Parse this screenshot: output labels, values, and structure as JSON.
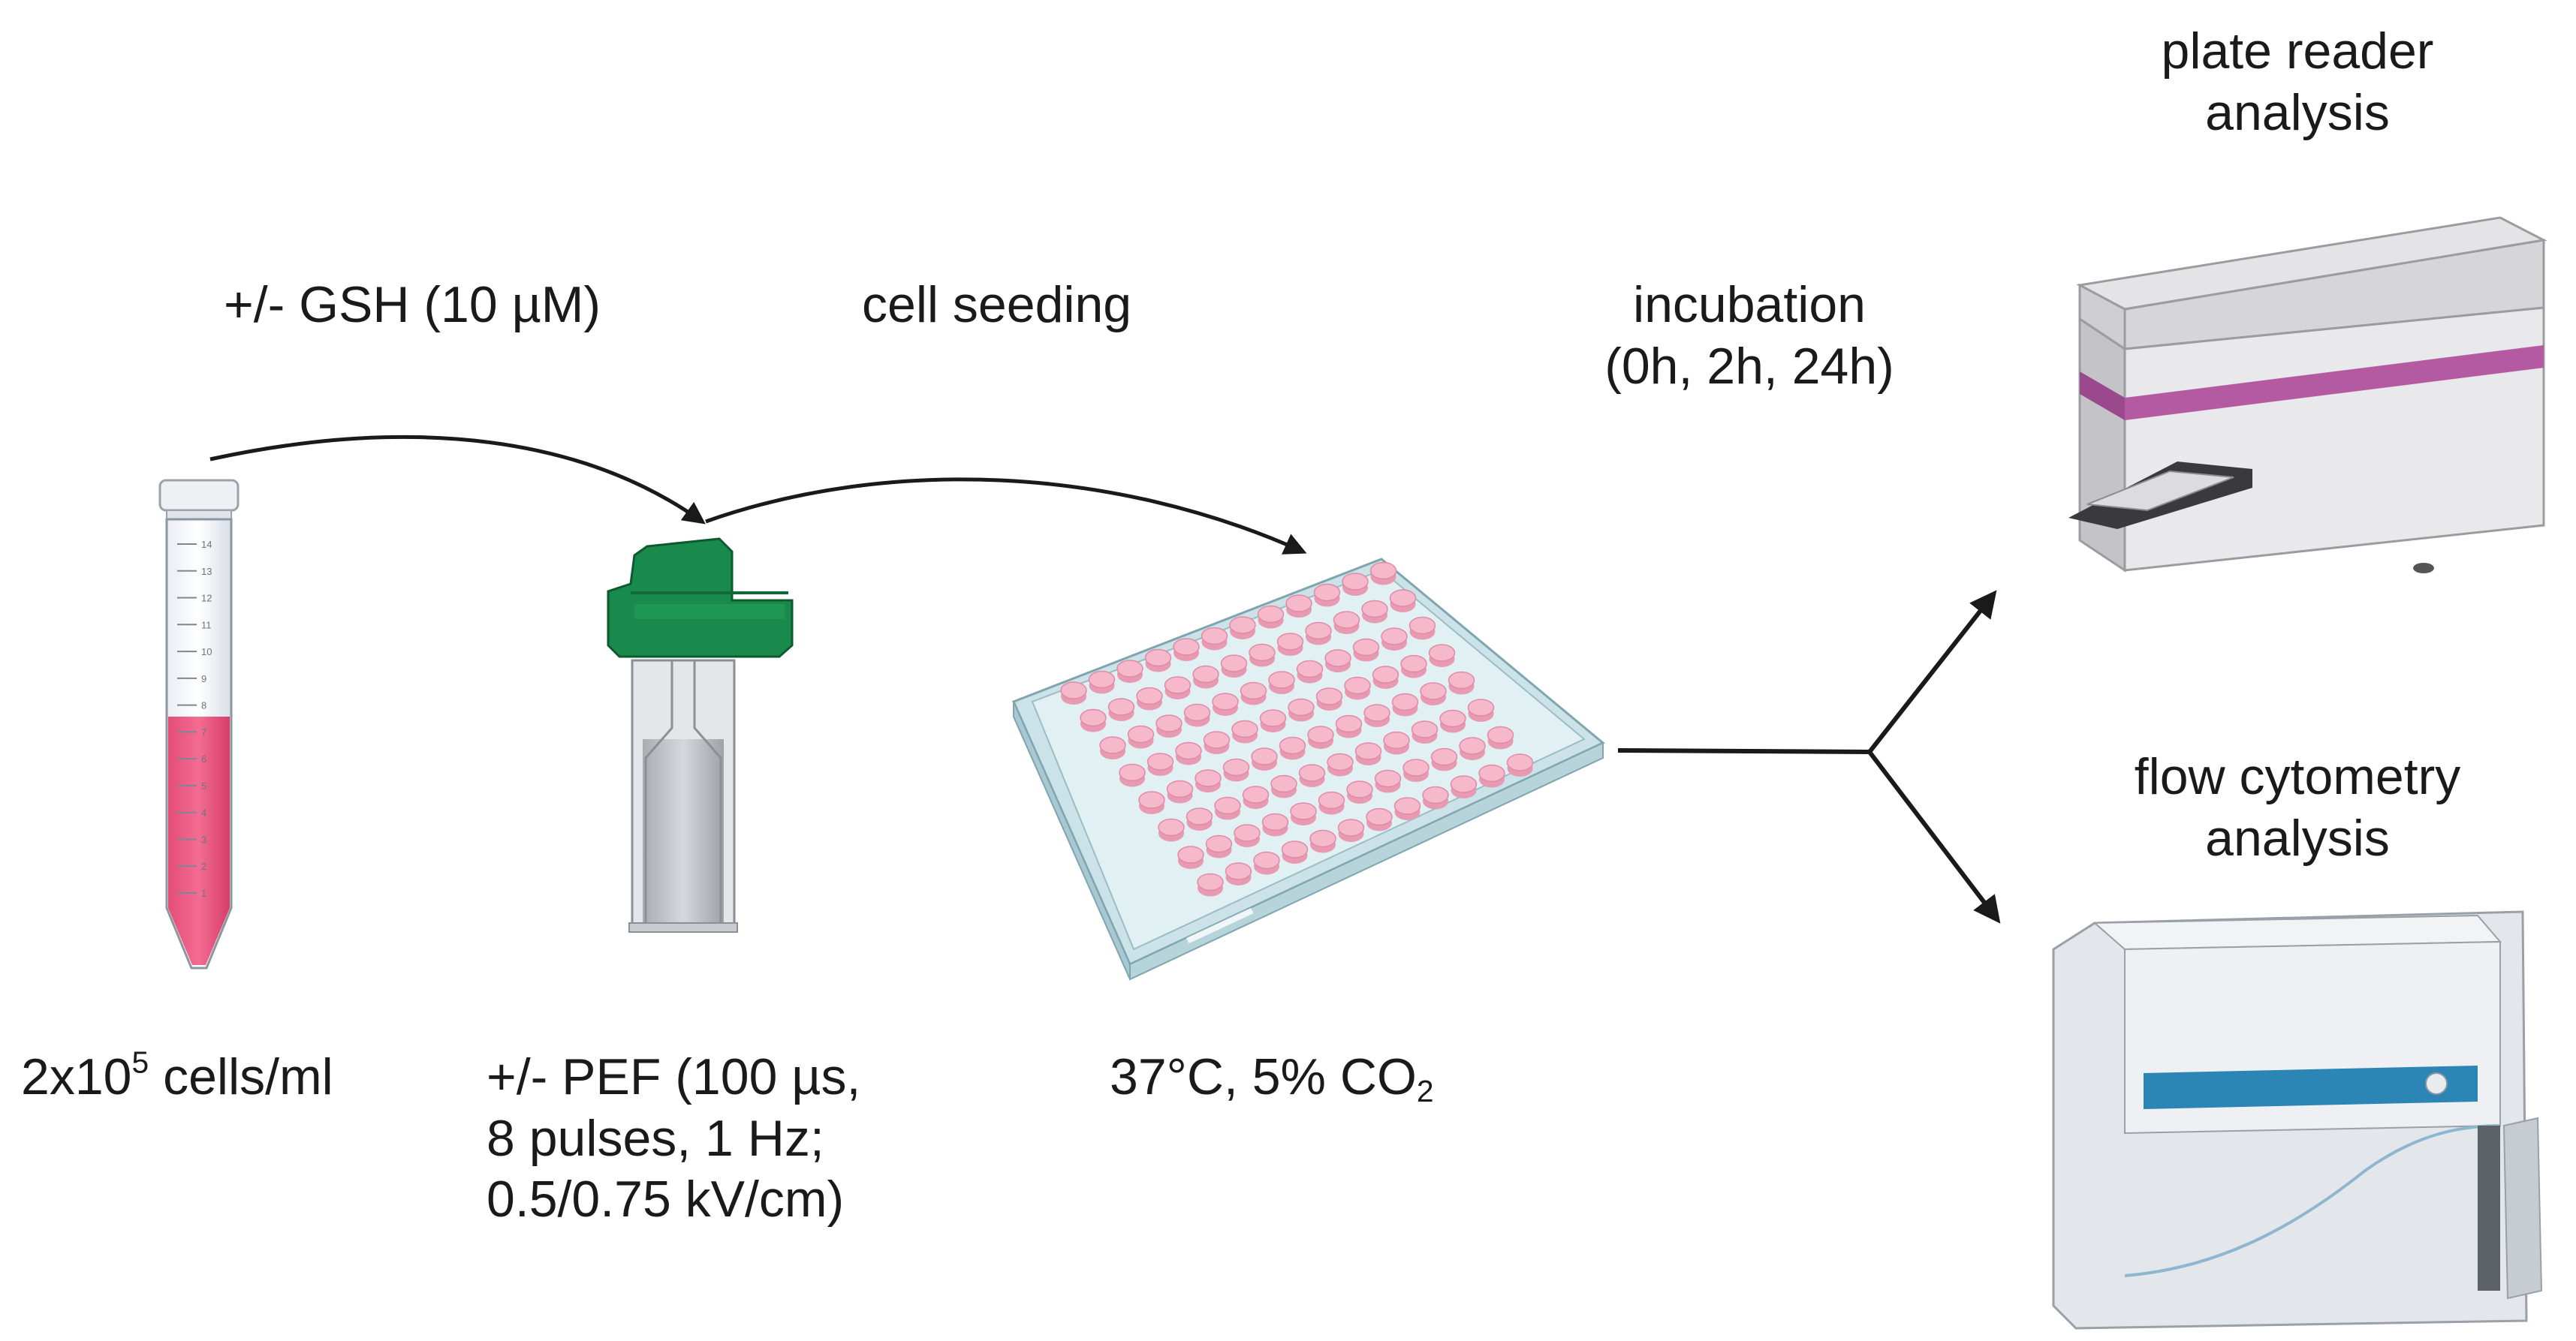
{
  "labels": {
    "gsh": "+/- GSH (10 µM)",
    "cell_seeding": "cell seeding",
    "incubation_line1": "incubation",
    "incubation_line2": "(0h, 2h, 24h)",
    "plate_reader_line1": "plate reader",
    "plate_reader_line2": "analysis",
    "flow_line1": "flow cytometry",
    "flow_line2": "analysis",
    "cells_base": "2x10",
    "cells_exp": "5",
    "cells_unit": " cells/ml",
    "pef_line1": "+/- PEF (100 µs,",
    "pef_line2": "8 pulses, 1 Hz;",
    "pef_line3": "0.5/0.75 kV/cm)",
    "cond_main": "37°C, 5% CO",
    "cond_sub": "2"
  },
  "colors": {
    "medium": "#e8557e",
    "cap": "#1a8a4c",
    "wells": "#f6b9cc",
    "plate": "#d9ecef",
    "instrument_band": "#b45aa3",
    "cytometer_band": "#2b86b5",
    "arrow": "#1a1a1a"
  },
  "tube_graduations": [
    "14",
    "13",
    "12",
    "11",
    "10",
    "9",
    "8",
    "7",
    "6",
    "5",
    "4",
    "3",
    "2",
    "1"
  ]
}
